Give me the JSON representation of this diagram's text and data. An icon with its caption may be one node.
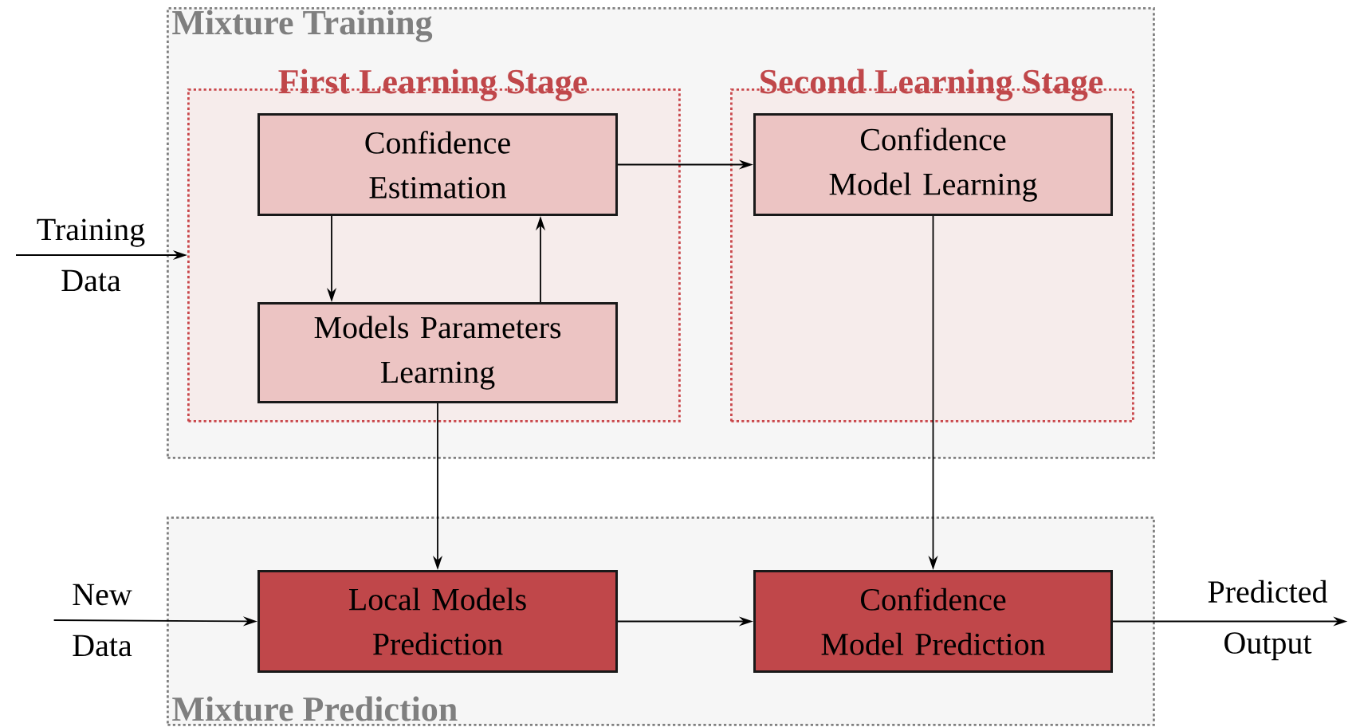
{
  "diagram": {
    "nodes": [
      {
        "text": [
          "Mixture Training"
        ]
      },
      {
        "text": [
          "First Learning Stage"
        ],
        "in": 0
      },
      {
        "text": [
          "Confidence Estimation"
        ],
        "in": 1
      },
      {
        "text": [
          "Models Parameters Learning"
        ],
        "in": 1
      },
      {
        "text": [
          "Second Learning Stage"
        ],
        "in": 0
      },
      {
        "text": [
          "Confidence Model Learning"
        ],
        "in": 4
      },
      {
        "text": [
          "Mixture Prediction"
        ]
      },
      {
        "text": [
          "Local Models Prediction"
        ],
        "in": 6
      },
      {
        "text": [
          "Confidence Model Prediction"
        ],
        "in": 6
      },
      {
        "text": [
          "Training Data"
        ]
      },
      {
        "text": [
          "New Data"
        ]
      },
      {
        "text": [
          "Predicted Output"
        ]
      }
    ],
    "edges": [
      {
        "from": 9,
        "to": 1,
        "arrow": "to"
      },
      {
        "from": 2,
        "to": 3,
        "arrow": "to"
      },
      {
        "from": 3,
        "to": 2,
        "arrow": "to"
      },
      {
        "from": 2,
        "to": 5,
        "arrow": "to"
      },
      {
        "from": 3,
        "to": 7,
        "arrow": "to"
      },
      {
        "from": 5,
        "to": 8,
        "arrow": "to"
      },
      {
        "from": 10,
        "to": 7,
        "arrow": "to"
      },
      {
        "from": 7,
        "to": 8,
        "arrow": "to"
      },
      {
        "from": 8,
        "to": 11,
        "arrow": "to"
      }
    ]
  }
}
